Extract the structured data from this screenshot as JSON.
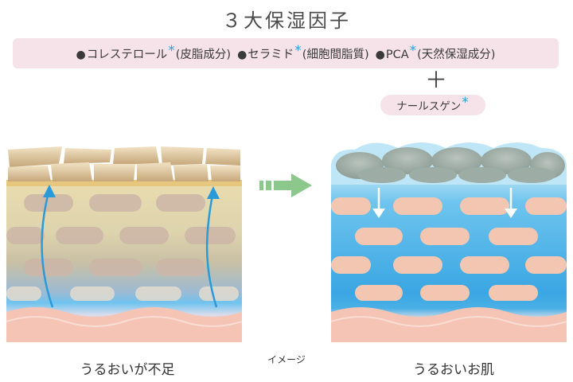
{
  "title": "３大保湿因子",
  "ingredients": [
    {
      "dot": "●",
      "name": "コレステロール",
      "asterisk": "*",
      "note": "(皮脂成分)"
    },
    {
      "dot": "●",
      "name": "セラミド",
      "asterisk": "*",
      "note": "(細胞間脂質)"
    },
    {
      "dot": "●",
      "name": "PCA",
      "asterisk": "*",
      "note": "(天然保湿成分)"
    }
  ],
  "plus": "＋",
  "extra": {
    "name": "ナールスゲン",
    "asterisk": "*"
  },
  "captions": {
    "left": "うるおいが不足",
    "middle": "イメージ",
    "right": "うるおいお肌"
  },
  "colors": {
    "accent_blue": "#29a3dd",
    "pink_bg": "#f6e3ea",
    "arrow_green": "#8cc78c",
    "skin_pink": "#f5c4b4"
  }
}
